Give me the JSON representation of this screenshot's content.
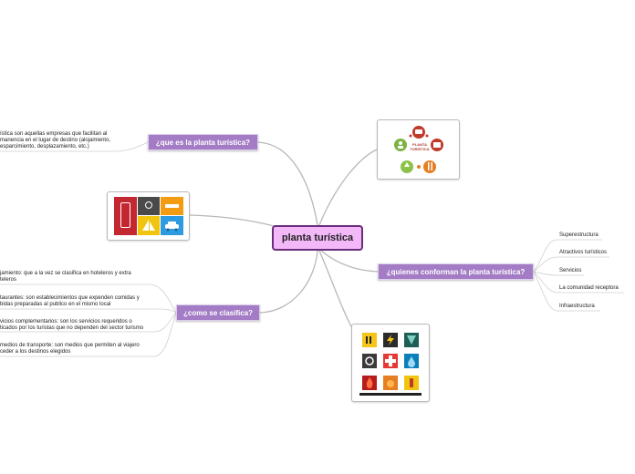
{
  "central": {
    "label": "planta turística"
  },
  "topics": {
    "que_es": {
      "label": "¿que es la planta turística?"
    },
    "como": {
      "label": "¿como se clasifica?"
    },
    "quienes": {
      "label": "¿quienes conforman la planta turística?"
    }
  },
  "que_es_text": [
    "ística son aquellas empresas que facilitan al",
    "manencia en el lugar de destino (alojamiento,",
    "esparcimiento, desplazamiento, etc.)"
  ],
  "como_items": [
    {
      "lines": [
        "jamiento: que a la vez se clasifica en hoteleros y extra",
        "teleros"
      ]
    },
    {
      "lines": [
        "taurantes: son establecimientos que expenden comidas y",
        "bidas preparadas al publico en el mismo local"
      ]
    },
    {
      "lines": [
        "vicios complementarios: son los servicios requeridos o",
        "ticados por los turistas que no dependen del sector turismo"
      ]
    },
    {
      "lines": [
        "medios de transporte: son medios que permiten al viajero",
        "ceder a los destinos elegidos"
      ]
    }
  ],
  "quienes_items": [
    "Superestructura",
    "Atractivos turísticos",
    "Servicios",
    "La comunidad receptora",
    "Infraestructura"
  ],
  "images": {
    "logo": {
      "text": "PLANTA TURÍSTICA"
    }
  },
  "colors": {
    "central_fill": "#f2b8f7",
    "central_border": "#6b2d7a",
    "topic_fill": "#a37cc5",
    "link": "#b8b8b8"
  }
}
